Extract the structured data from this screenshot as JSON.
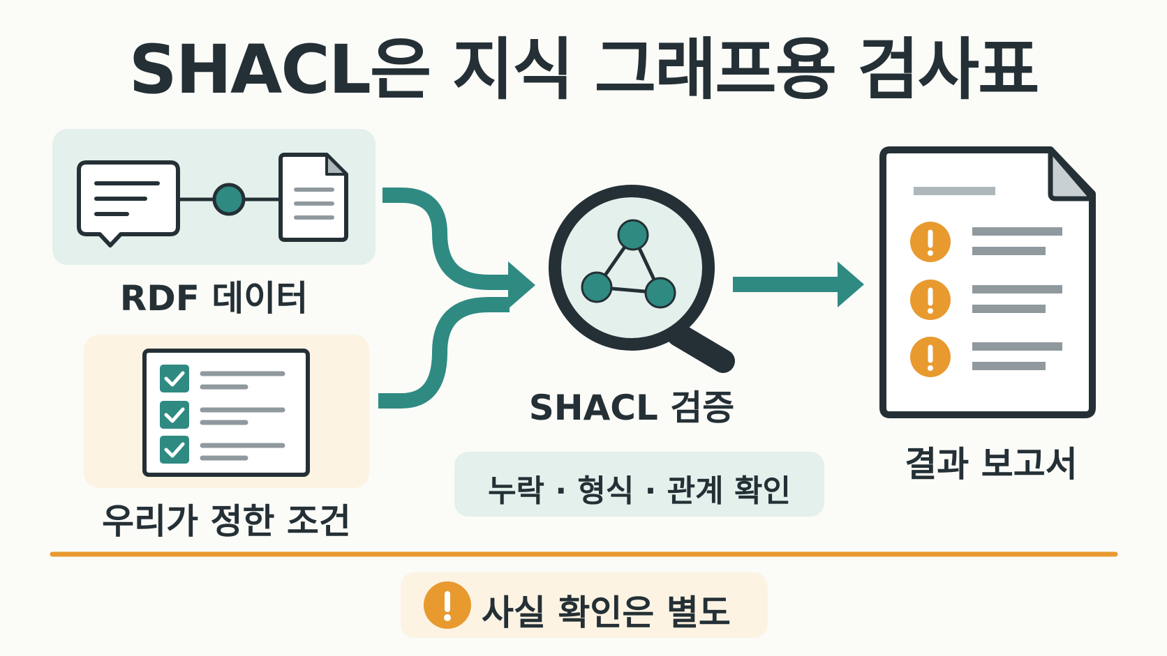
{
  "title": "SHACL은 지식 그래프용 검사표",
  "inputs": {
    "rdf_label": "RDF 데이터",
    "conditions_label": "우리가 정한 조건"
  },
  "validation": {
    "label": "SHACL 검증",
    "checks_label": "누락 · 형식 · 관계 확인"
  },
  "output": {
    "label": "결과 보고서"
  },
  "note": {
    "label": "사실 확인은 별도"
  },
  "colors": {
    "teal": "#2f8a82",
    "orange": "#e89a2f",
    "dark": "#243035",
    "light_teal_bg": "#e3f0ec",
    "light_orange_bg": "#fdf3e3"
  }
}
